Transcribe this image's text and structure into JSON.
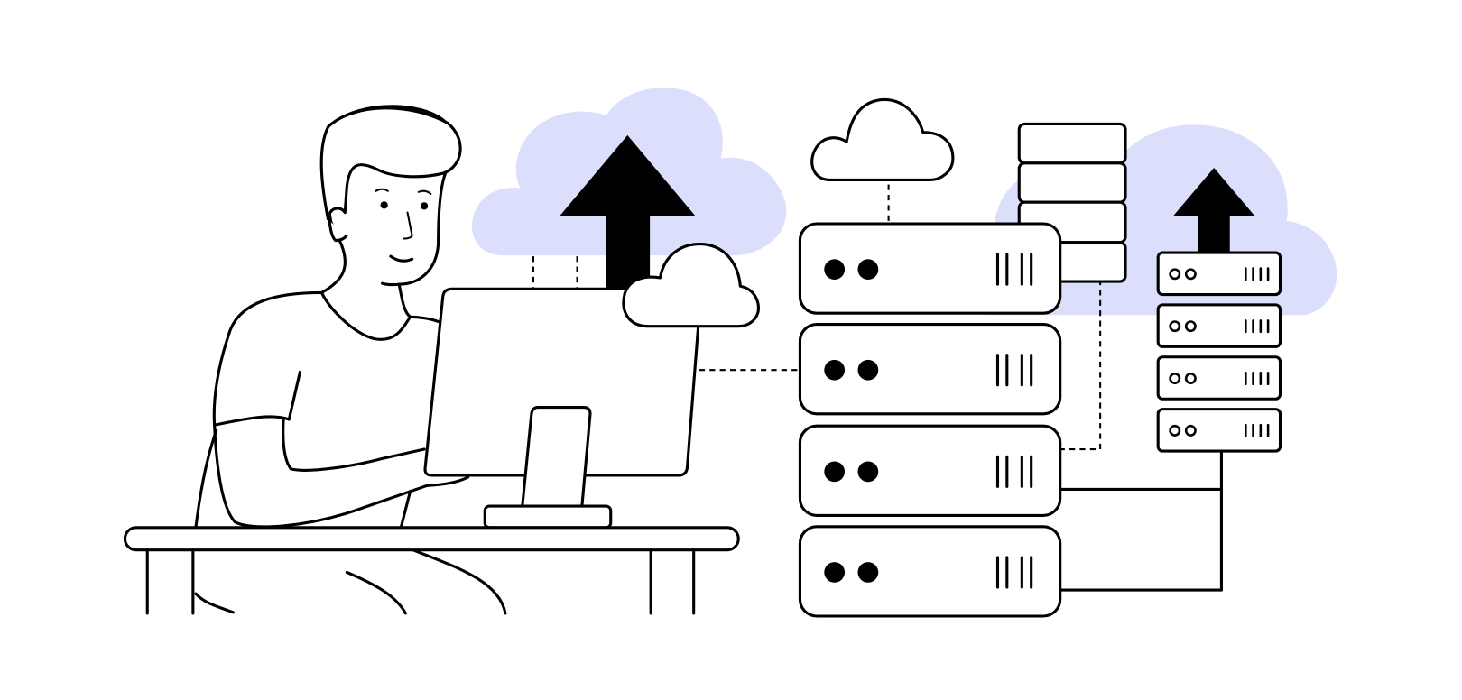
{
  "illustration": {
    "subject": "person-at-computer-uploading-to-cloud-servers",
    "colors": {
      "cloud_fill": "#dcdffc",
      "stroke": "#000000",
      "background": "#ffffff"
    },
    "icons": [
      "person",
      "monitor",
      "desk",
      "upload-arrow-icon",
      "cloud-icon",
      "server-rack-icon",
      "database-stack-icon"
    ]
  }
}
